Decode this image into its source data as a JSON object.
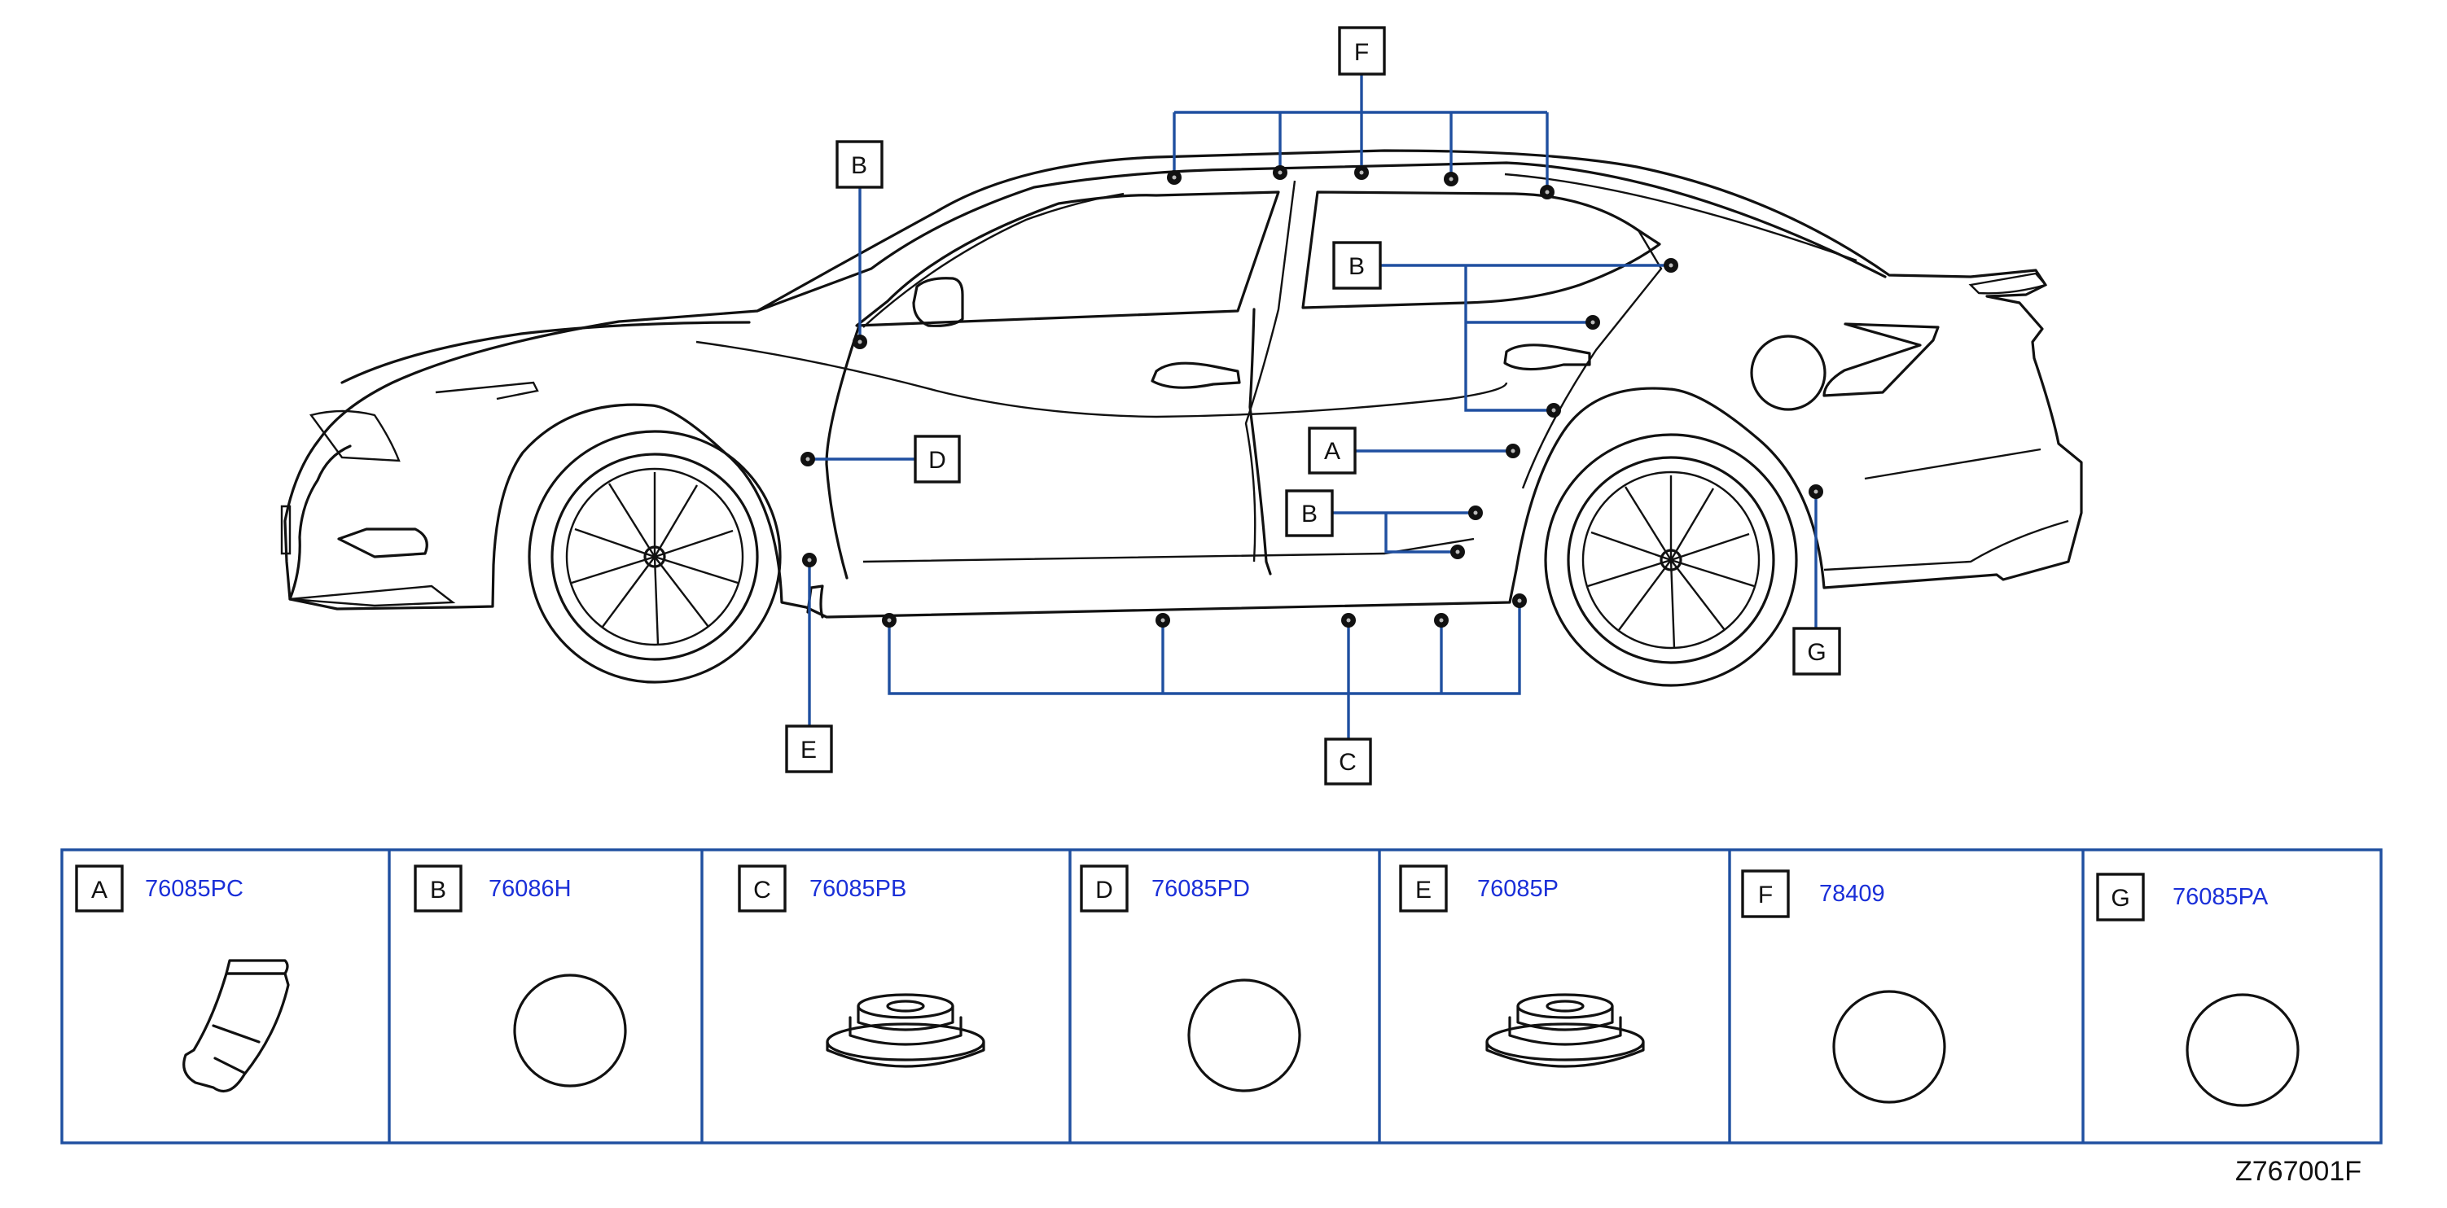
{
  "callouts": {
    "a": "A",
    "b_top": "B",
    "b_rear": "B",
    "b_lower": "B",
    "c": "C",
    "d": "D",
    "e": "E",
    "f": "F",
    "g": "G"
  },
  "parts_table": [
    {
      "letter": "A",
      "part_number": "76085PC",
      "icon": "push-clip-icon"
    },
    {
      "letter": "B",
      "part_number": "76086H",
      "icon": "round-plug-icon"
    },
    {
      "letter": "C",
      "part_number": "76085PB",
      "icon": "stepped-plug-icon"
    },
    {
      "letter": "D",
      "part_number": "76085PD",
      "icon": "round-plug-icon"
    },
    {
      "letter": "E",
      "part_number": "76085P",
      "icon": "stepped-plug-icon"
    },
    {
      "letter": "F",
      "part_number": "78409",
      "icon": "round-plug-icon"
    },
    {
      "letter": "G",
      "part_number": "76085PA",
      "icon": "round-plug-icon"
    }
  ],
  "diagram_code": "Z767001F",
  "colors": {
    "leader_lines": "#1f4fa0",
    "part_numbers": "#1a2fd8",
    "linework": "#111111"
  }
}
